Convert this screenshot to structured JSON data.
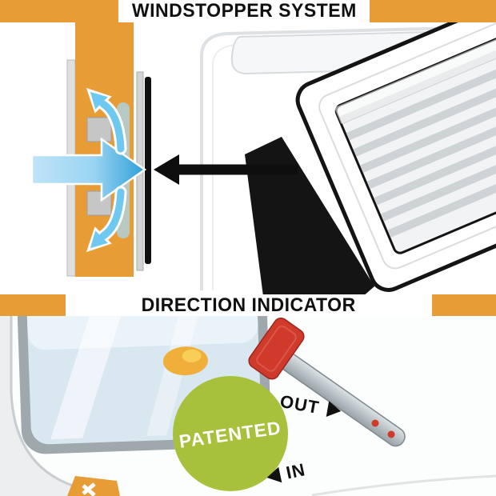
{
  "sections": {
    "windstopper": {
      "title": "WINDSTOPPER SYSTEM"
    },
    "direction": {
      "title": "DIRECTION INDICATOR"
    }
  },
  "badge": {
    "label": "PATENTED"
  },
  "labels": {
    "out": "OUT",
    "in": "IN"
  },
  "colors": {
    "orange": "#E89C35",
    "lime": "#A8C13C",
    "red": "#CF3A2B",
    "cyan": "#6FC8EF",
    "arrow-blue-light": "#BEE4F8",
    "arrow-blue-dark": "#2E9FD8",
    "ink": "#101010"
  },
  "icons": {
    "airflow_arrow": "large blue right-pointing wind arrow",
    "deflect_up_arrow": "cyan curved arrow deflecting up-left",
    "deflect_down_arrow": "cyan curved arrow deflecting down-left",
    "flap_pointer_arrow": "black left-pointing arrow at flap seal",
    "out_arrow": "solid triangle pointing right",
    "in_arrow": "solid triangle pointing left"
  }
}
